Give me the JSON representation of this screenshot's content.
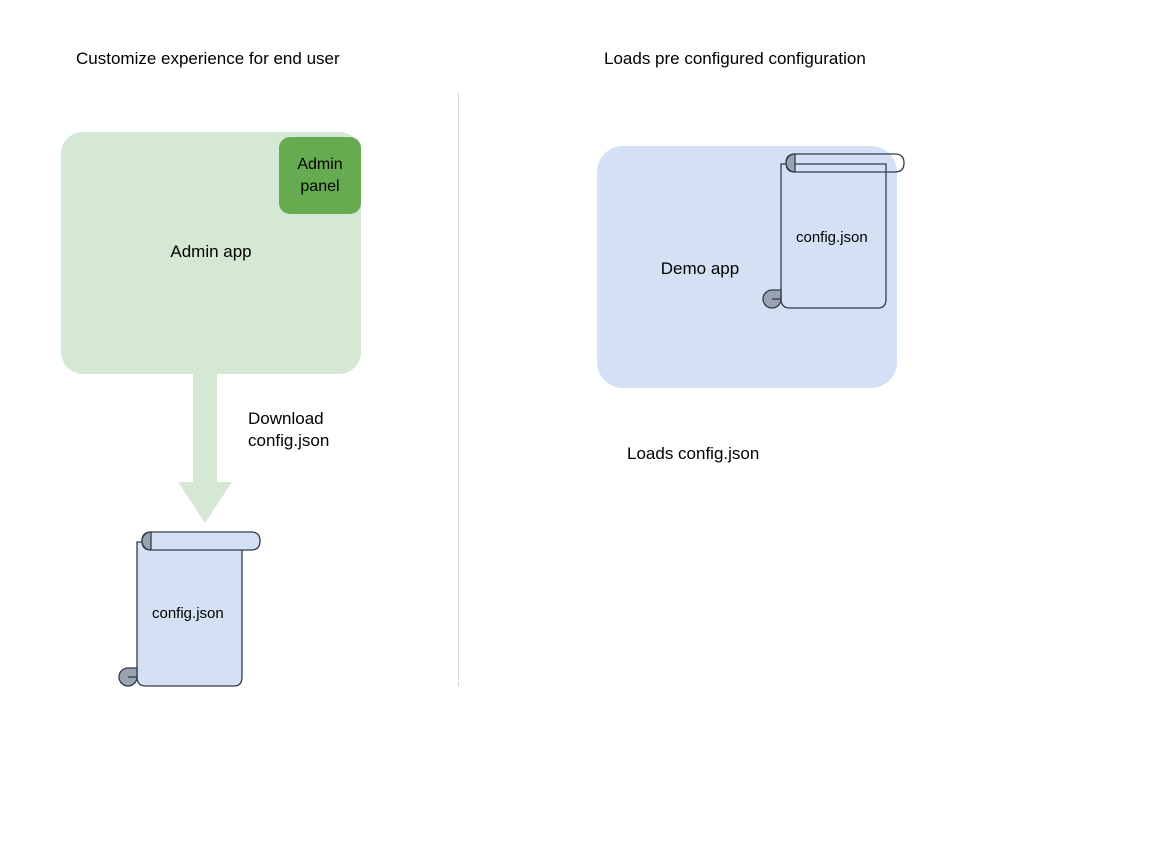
{
  "diagram": {
    "background_color": "#ffffff",
    "left_panel": {
      "title": "Customize experience for end user",
      "app_box": {
        "label": "Admin app",
        "fill_color": "#d5e8d4"
      },
      "panel_box": {
        "label": "Admin panel",
        "label_line1": "Admin",
        "label_line2": "panel",
        "fill_color": "#67ab50"
      },
      "arrow": {
        "caption_line1": "Download",
        "caption_line2": "config.json",
        "color": "#d5e8d4",
        "direction": "down"
      },
      "document": {
        "label": "config.json",
        "fill_color": "#d4e1f5",
        "stroke_color": "#33394d",
        "curl_color": "#9aa3b0"
      }
    },
    "right_panel": {
      "title": "Loads pre configured configuration",
      "app_box": {
        "label": "Demo app",
        "fill_color": "#d4e1f5"
      },
      "document": {
        "label": "config.json",
        "fill_color": "transparent",
        "stroke_color": "#33394d",
        "curl_color": "#9aa3b0"
      },
      "caption": "Loads config.json"
    },
    "divider": {
      "name": "vertical-dotted-divider",
      "color": "#b3b3b3"
    }
  }
}
